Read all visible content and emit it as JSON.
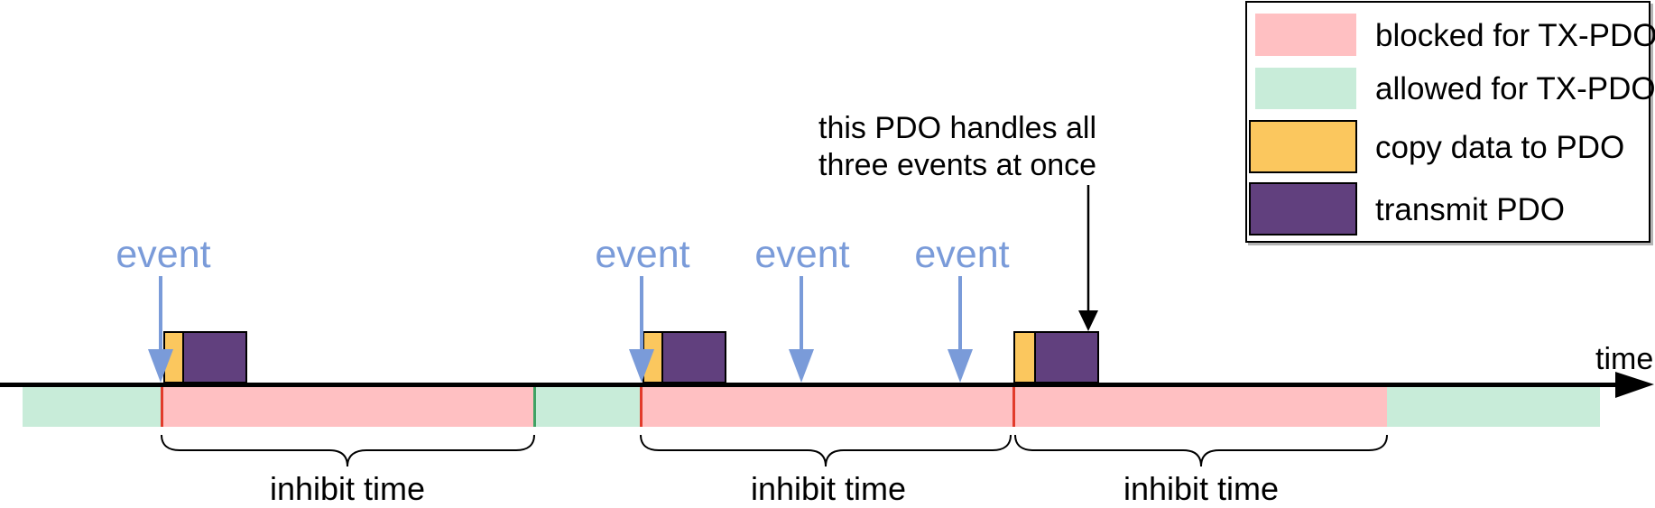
{
  "legend": {
    "items": [
      {
        "label": "blocked for TX-PDO",
        "color": "#FFC0C2"
      },
      {
        "label": "allowed for TX-PDO",
        "color": "#C8ECD9"
      },
      {
        "label": "copy data to PDO",
        "color": "#FBC75E"
      },
      {
        "label": "transmit PDO",
        "color": "#61407E"
      }
    ]
  },
  "timeline": {
    "axis_label": "time"
  },
  "events": [
    {
      "label": "event"
    },
    {
      "label": "event"
    },
    {
      "label": "event"
    },
    {
      "label": "event"
    }
  ],
  "inhibit": [
    {
      "label": "inhibit time"
    },
    {
      "label": "inhibit time"
    },
    {
      "label": "inhibit time"
    }
  ],
  "annotation": {
    "line1": "this PDO handles all",
    "line2": "three events at once"
  },
  "colors": {
    "blocked": "#FFC0C2",
    "allowed": "#C8ECD9",
    "copy": "#FBC75E",
    "transmit": "#61407E",
    "event_blue": "#7A9BD9",
    "inhibit_start_line": "#E23B2B",
    "inhibit_end_line": "#3FA263",
    "axis_black": "#000000"
  }
}
